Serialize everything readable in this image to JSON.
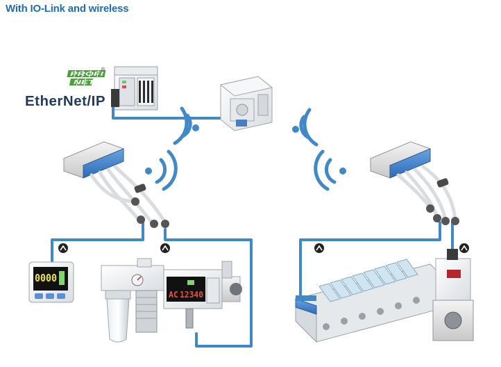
{
  "title": "With IO-Link and wireless",
  "logos": {
    "profinet_top": "PROFI",
    "profinet_bottom": "NET",
    "ethernet_ip": "EtherNet/IP",
    "registered": "®"
  },
  "displays": {
    "pressure_switch": "0000",
    "flow_sensor_left": "AC",
    "flow_sensor_right": "12340"
  },
  "colors": {
    "title": "#1f6db5",
    "cable": "#3f89c9",
    "signal": "#3f89c9",
    "connector": "#4a7ec2"
  },
  "icons": [
    "wireless-signal-icon",
    "io-link-icon"
  ]
}
